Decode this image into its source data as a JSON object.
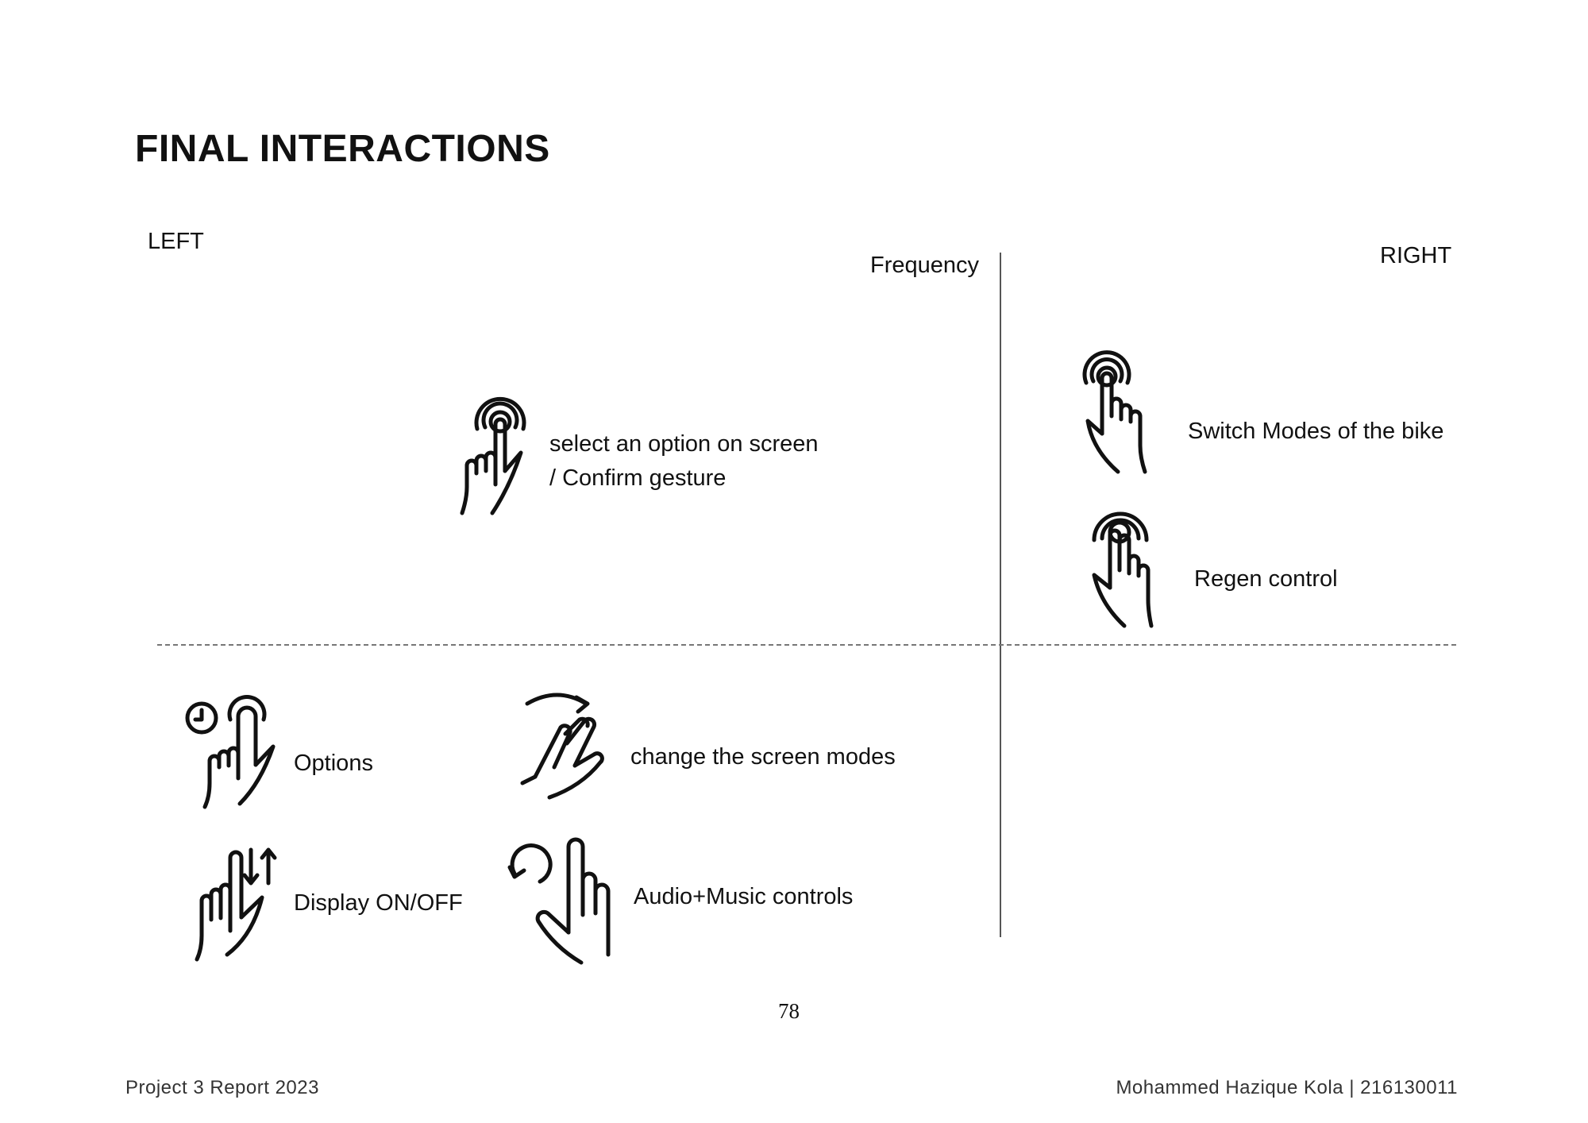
{
  "page": {
    "title": "FINAL INTERACTIONS",
    "page_number": "78"
  },
  "axes": {
    "left_label": "LEFT",
    "right_label": "RIGHT",
    "frequency_label": "Frequency"
  },
  "gestures": [
    {
      "icon": "tap-hand-icon",
      "line1": "select an option on screen",
      "line2": "/ Confirm gesture"
    },
    {
      "icon": "tap-hand-icon",
      "line1": "Switch Modes of the bike"
    },
    {
      "icon": "two-finger-tap-hand-icon",
      "line1": "Regen control"
    },
    {
      "icon": "long-press-hand-icon",
      "line1": "Options"
    },
    {
      "icon": "two-finger-swipe-icon",
      "line1": "change the screen modes"
    },
    {
      "icon": "swipe-up-down-hand-icon",
      "line1": "Display ON/OFF"
    },
    {
      "icon": "rotate-finger-hand-icon",
      "line1": "Audio+Music controls"
    }
  ],
  "footer": {
    "left": "Project 3 Report 2023",
    "right": "Mohammed Hazique Kola | 216130011"
  }
}
